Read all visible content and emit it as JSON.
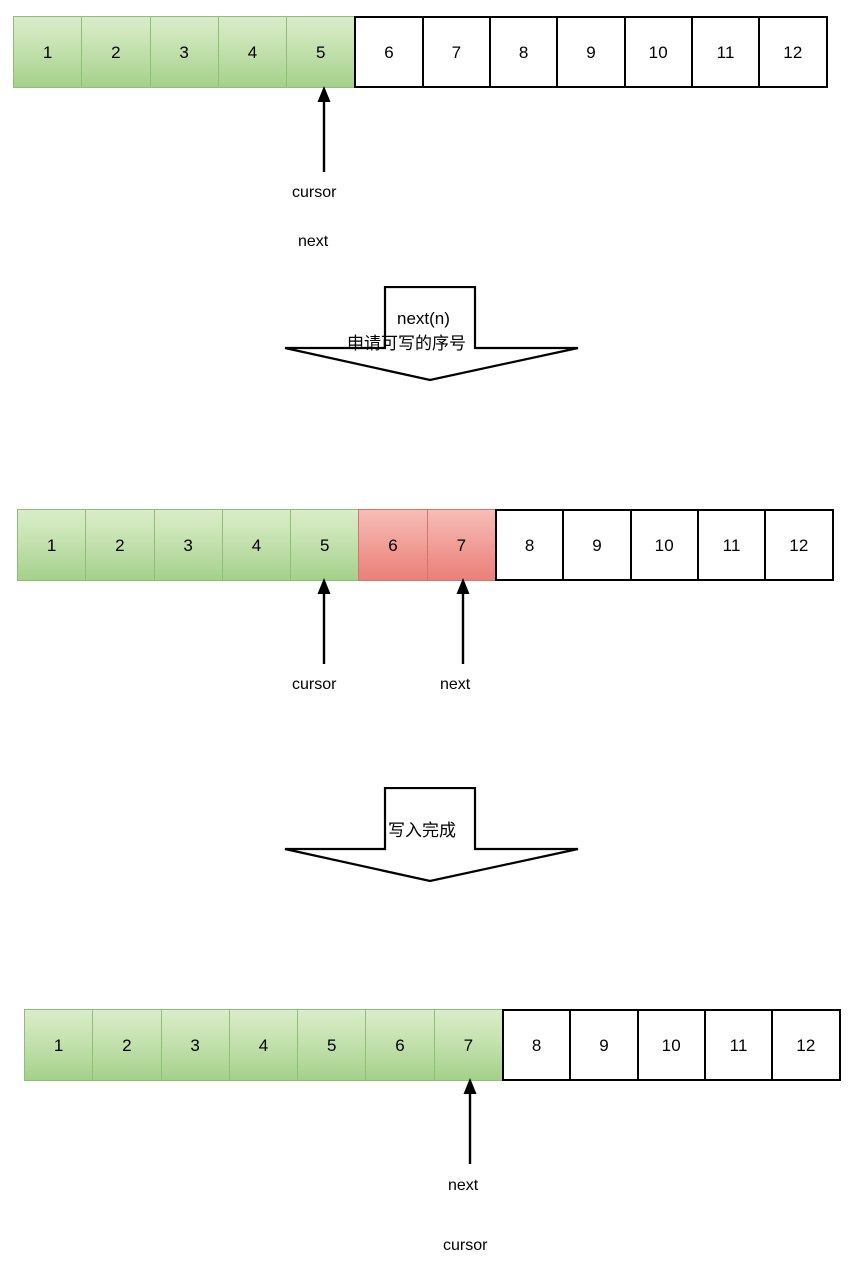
{
  "diagram": {
    "title": "Ring buffer cursor / next sequence diagram",
    "colors": {
      "published_fill_top": "#d9ecc9",
      "published_fill_bottom": "#a4d18a",
      "published_border": "#8dbf74",
      "claimed_fill_top": "#f6bdb8",
      "claimed_fill_bottom": "#e9817a",
      "claimed_border": "#d5736d",
      "empty_fill": "#ffffff",
      "empty_border": "#000000",
      "stroke": "#000000"
    },
    "stages": [
      {
        "name": "stage-1-initial",
        "cells": [
          {
            "label": "1",
            "state": "green"
          },
          {
            "label": "2",
            "state": "green"
          },
          {
            "label": "3",
            "state": "green"
          },
          {
            "label": "4",
            "state": "green"
          },
          {
            "label": "5",
            "state": "green"
          },
          {
            "label": "6",
            "state": "white"
          },
          {
            "label": "7",
            "state": "white"
          },
          {
            "label": "8",
            "state": "white"
          },
          {
            "label": "9",
            "state": "white"
          },
          {
            "label": "10",
            "state": "white"
          },
          {
            "label": "11",
            "state": "white"
          },
          {
            "label": "12",
            "state": "white"
          }
        ],
        "pointers": [
          {
            "name": "cursor",
            "label": "cursor",
            "cell": "5"
          },
          {
            "name": "next",
            "label": "next",
            "cell": "5"
          }
        ]
      },
      {
        "name": "stage-2-claimed",
        "cells": [
          {
            "label": "1",
            "state": "green"
          },
          {
            "label": "2",
            "state": "green"
          },
          {
            "label": "3",
            "state": "green"
          },
          {
            "label": "4",
            "state": "green"
          },
          {
            "label": "5",
            "state": "green"
          },
          {
            "label": "6",
            "state": "red"
          },
          {
            "label": "7",
            "state": "red"
          },
          {
            "label": "8",
            "state": "white"
          },
          {
            "label": "9",
            "state": "white"
          },
          {
            "label": "10",
            "state": "white"
          },
          {
            "label": "11",
            "state": "white"
          },
          {
            "label": "12",
            "state": "white"
          }
        ],
        "pointers": [
          {
            "name": "cursor",
            "label": "cursor",
            "cell": "5"
          },
          {
            "name": "next",
            "label": "next",
            "cell": "7"
          }
        ]
      },
      {
        "name": "stage-3-published",
        "cells": [
          {
            "label": "1",
            "state": "green"
          },
          {
            "label": "2",
            "state": "green"
          },
          {
            "label": "3",
            "state": "green"
          },
          {
            "label": "4",
            "state": "green"
          },
          {
            "label": "5",
            "state": "green"
          },
          {
            "label": "6",
            "state": "green"
          },
          {
            "label": "7",
            "state": "green"
          },
          {
            "label": "8",
            "state": "white"
          },
          {
            "label": "9",
            "state": "white"
          },
          {
            "label": "10",
            "state": "white"
          },
          {
            "label": "11",
            "state": "white"
          },
          {
            "label": "12",
            "state": "white"
          }
        ],
        "pointers": [
          {
            "name": "next",
            "label": "next",
            "cell": "7"
          },
          {
            "name": "cursor",
            "label": "cursor",
            "cell": "7"
          }
        ]
      }
    ],
    "transitions": [
      {
        "name": "transition-claim",
        "shaft_label": "next(n)",
        "overlay_label": "申请可写的序号"
      },
      {
        "name": "transition-publish",
        "shaft_label": "写入完成",
        "overlay_label": ""
      }
    ]
  }
}
